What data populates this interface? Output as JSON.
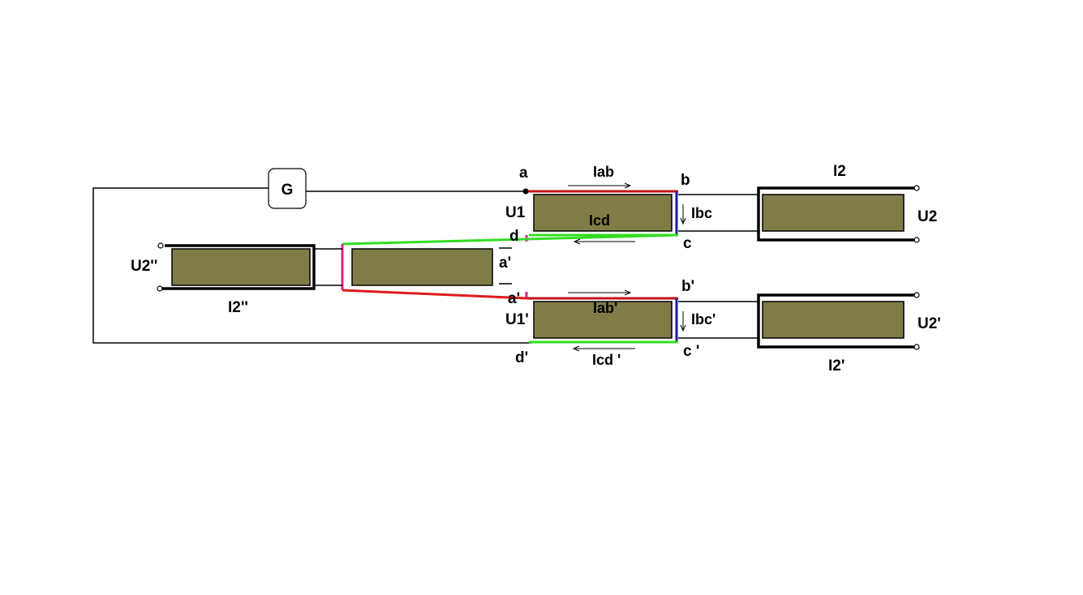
{
  "colors": {
    "core": "#7f7c48",
    "red": "#e01b1b",
    "dark_red": "#c0141a",
    "green": "#33dd22",
    "blue": "#1a1aa0",
    "magenta": "#e0208a",
    "wire": "#000000"
  },
  "generator": {
    "label": "G"
  },
  "nodes": {
    "a": "a",
    "b": "b",
    "c": "c",
    "d": "d",
    "a_prime": "a'",
    "b_prime": "b'",
    "c_prime": "c '",
    "d_prime": "d'",
    "a_prime_mid": "a'"
  },
  "currents": {
    "iab": "Iab",
    "ibc": "Ibc",
    "icd": "Icd",
    "iab_prime": "Iab'",
    "ibc_prime": "Ibc'",
    "icd_prime": "Icd '"
  },
  "voltages": {
    "u1": "U1",
    "u1_prime": "U1'",
    "u2": "U2",
    "u2_prime": "U2'",
    "u2_double": "U2''"
  },
  "secondary": {
    "i2": "I2",
    "i2_prime": "I2'",
    "i2_double": "I2''"
  }
}
